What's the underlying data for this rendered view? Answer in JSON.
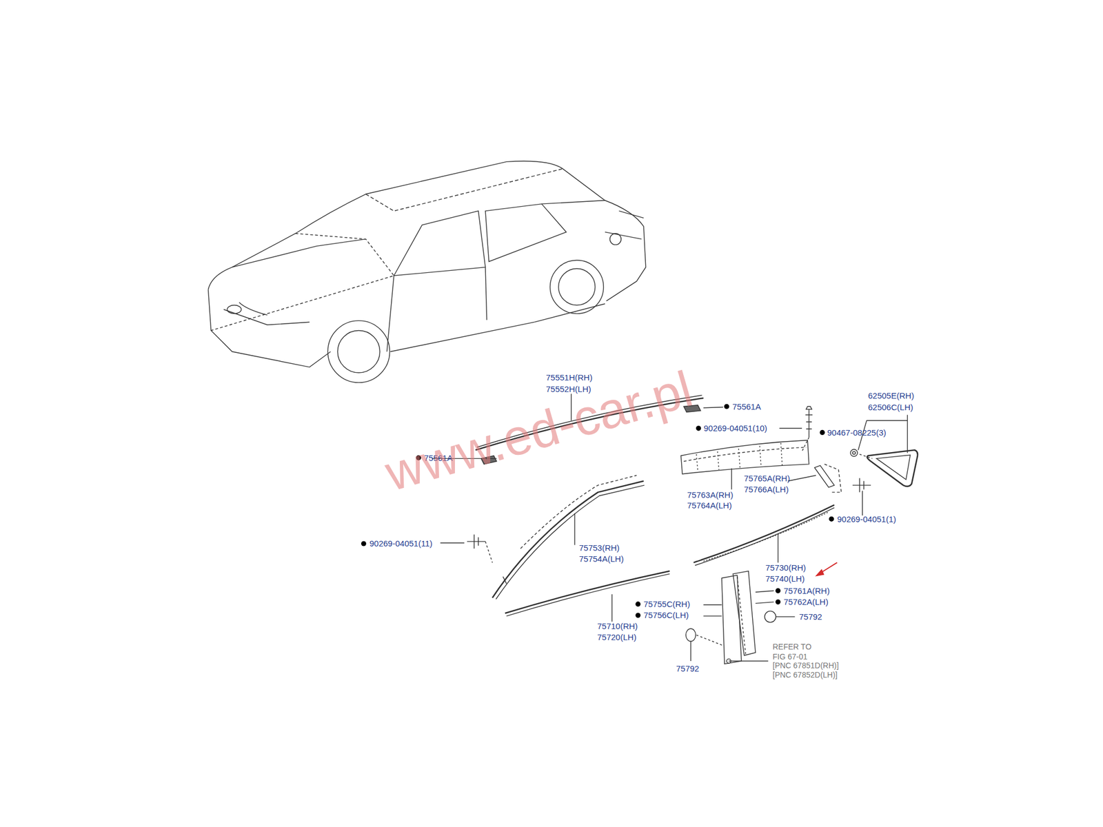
{
  "diagram": {
    "labels": [
      "75551H(RH)",
      "75552H(LH)",
      "75561A",
      "90269-04051(10)",
      "62505E(RH)",
      "62506C(LH)",
      "90467-08225(3)",
      "75561A",
      "75763A(RH)",
      "75764A(LH)",
      "75765A(RH)",
      "75766A(LH)",
      "90269-04051(1)",
      "90269-04051(11)",
      "75753(RH)",
      "75754A(LH)",
      "75730(RH)",
      "75740(LH)",
      "75761A(RH)",
      "75762A(LH)",
      "75755C(RH)",
      "75756C(LH)",
      "75792",
      "75710(RH)",
      "75720(LH)",
      "75792",
      "REFER TO",
      "FIG 67-01",
      "[PNC 67851D(RH)]",
      "[PNC 67852D(LH)]",
      "www.ed-car.pl"
    ]
  }
}
